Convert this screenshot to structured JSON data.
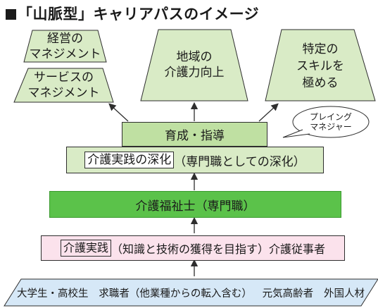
{
  "title": "■「山脈型」キャリアパスのイメージ",
  "title_text": "「山脈型」キャリアパスのイメージ",
  "peaks": {
    "left_top": [
      "経営の",
      "マネジメント"
    ],
    "left_bottom": [
      "サービスの",
      "マネジメント"
    ],
    "center": [
      "地域の",
      "介護力向上"
    ],
    "right": [
      "特定の",
      "スキルを",
      "極める"
    ]
  },
  "bubble": [
    "プレイング",
    "マネジャー"
  ],
  "guidance": "育成・指導",
  "deepening": {
    "highlight": "介護実践の深化",
    "rest": "（専門職としての深化）"
  },
  "professional": "介護福祉士（専門職）",
  "practice": {
    "highlight": "介護実践",
    "rest": "（知識と技術の獲得を目指す）介護従事者"
  },
  "base": [
    "大学生・高校生",
    "求職者（他業種からの転入含む）",
    "元気高齢者",
    "外国人材"
  ],
  "colors": {
    "peak_fill": "#d9ebc6",
    "guidance_fill": "#bfe0a2",
    "professional_fill": "#5bc24a",
    "practice_fill": "#fbe2ec",
    "base_fill": "#d6e8f7"
  }
}
